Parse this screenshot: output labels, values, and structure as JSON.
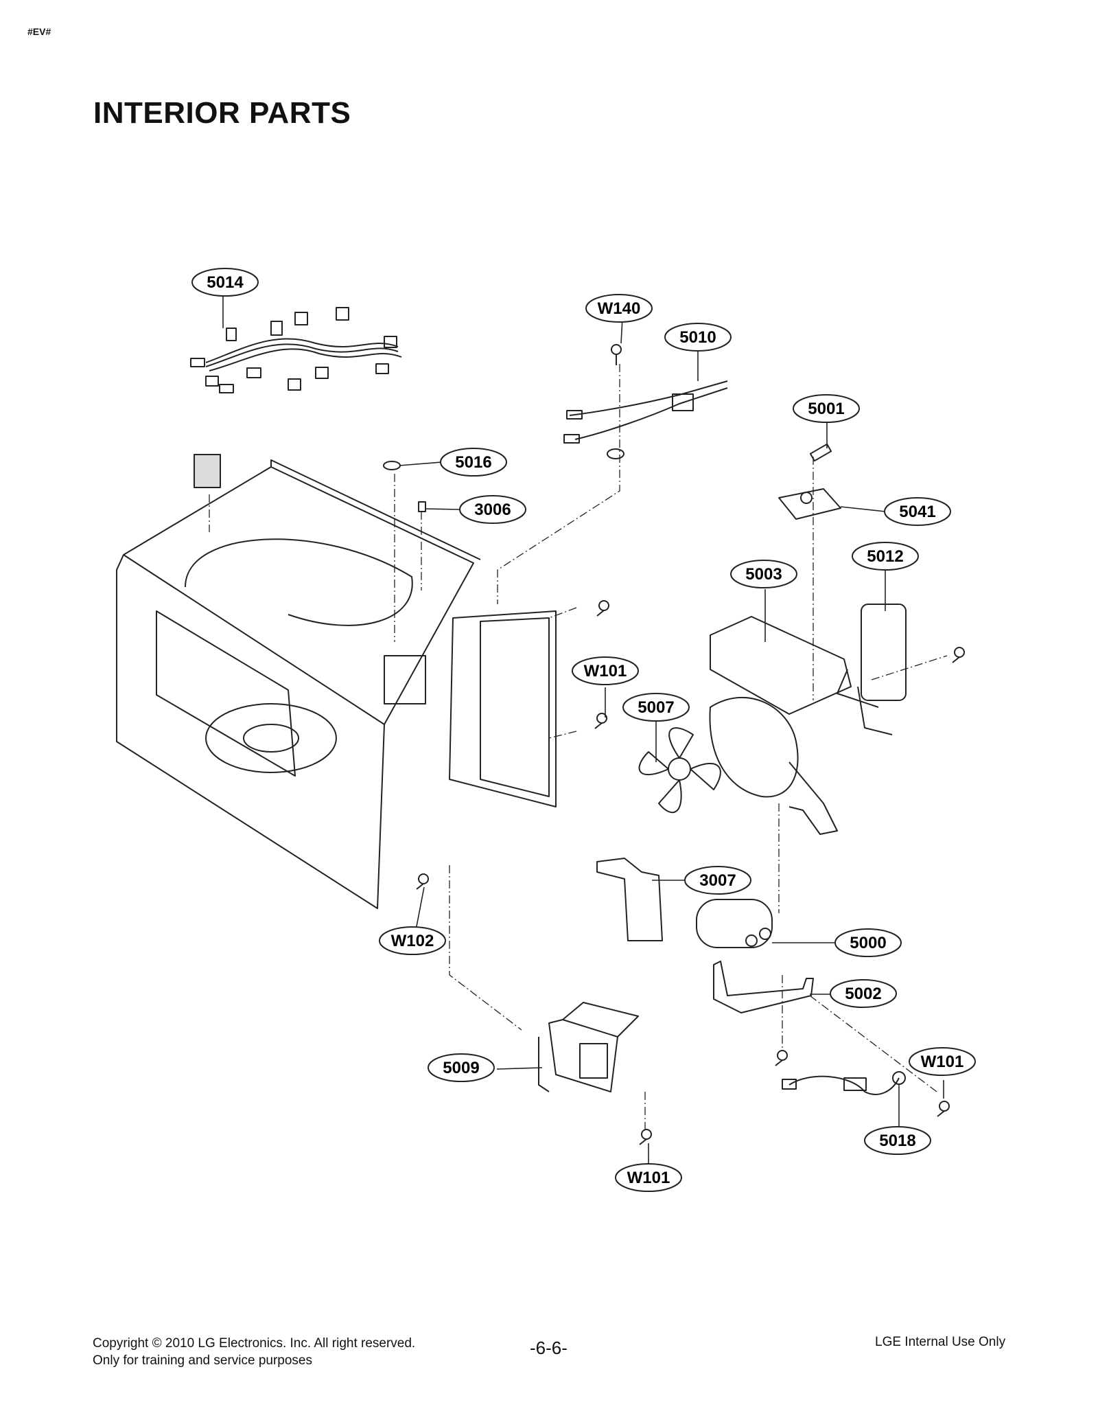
{
  "header": {
    "doc_code": "#EV#",
    "title": "INTERIOR PARTS"
  },
  "callouts": [
    {
      "id": "c5014",
      "text": "5014"
    },
    {
      "id": "cW140",
      "text": "W140"
    },
    {
      "id": "c5010",
      "text": "5010"
    },
    {
      "id": "c5001",
      "text": "5001"
    },
    {
      "id": "c5016",
      "text": "5016"
    },
    {
      "id": "c3006",
      "text": "3006"
    },
    {
      "id": "c5041",
      "text": "5041"
    },
    {
      "id": "c5012",
      "text": "5012"
    },
    {
      "id": "c5003",
      "text": "5003"
    },
    {
      "id": "cW101a",
      "text": "W101"
    },
    {
      "id": "c5007",
      "text": "5007"
    },
    {
      "id": "c3007",
      "text": "3007"
    },
    {
      "id": "c5000",
      "text": "5000"
    },
    {
      "id": "cW102",
      "text": "W102"
    },
    {
      "id": "c5002",
      "text": "5002"
    },
    {
      "id": "c5009",
      "text": "5009"
    },
    {
      "id": "cW101b",
      "text": "W101"
    },
    {
      "id": "c5018",
      "text": "5018"
    },
    {
      "id": "cW101c",
      "text": "W101"
    }
  ],
  "footer": {
    "copyright_line1": "Copyright © 2010 LG Electronics. Inc. All right reserved.",
    "copyright_line2": "Only for training and service purposes",
    "page_number": "-6-6-",
    "internal": "LGE Internal Use Only"
  }
}
